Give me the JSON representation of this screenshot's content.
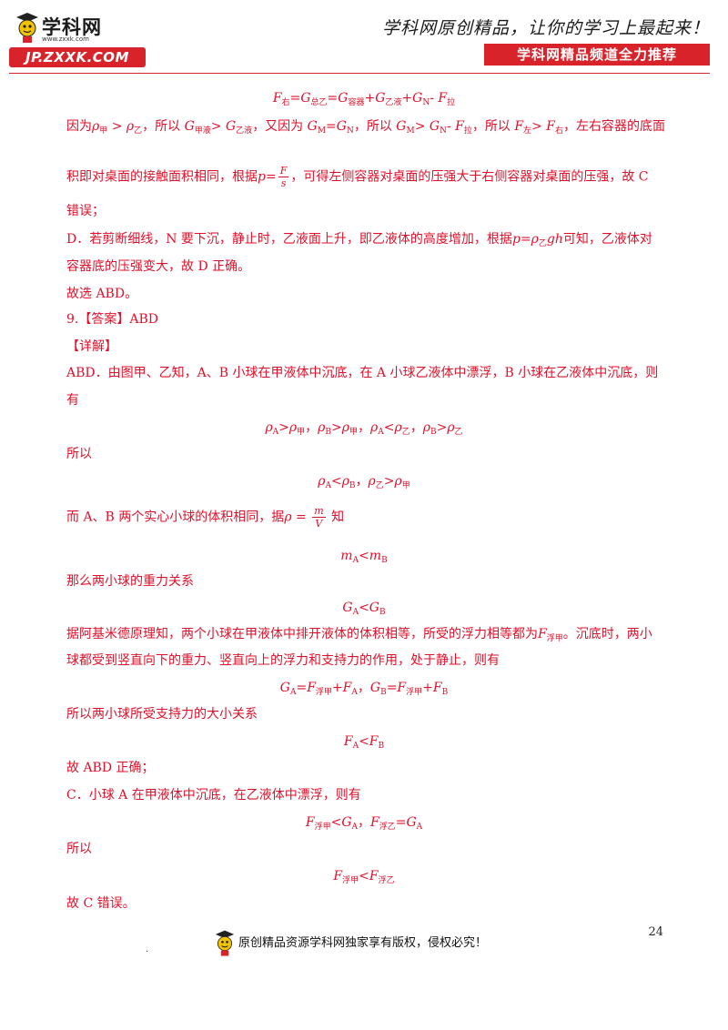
{
  "header": {
    "logo_cn": "学科网",
    "logo_url": "www.zxxk.com",
    "logo_site": "JP.ZXXK.COM",
    "slogan": "学科网原创精品，让你的学习上最起来！",
    "tagline": "学科网精品频道全力推荐"
  },
  "lines": {
    "l01": {
      "p1": "F",
      "s1": "右",
      "p2": "=G",
      "s2": "总乙",
      "p3": "=G",
      "s3": "容器",
      "p4": "+G",
      "s4": "乙液",
      "p5": "+G",
      "s5": "N",
      "p6": "- F",
      "s6": "拉"
    },
    "l02": {
      "a": "因为",
      "rho": "ρ",
      "s_jia": "甲",
      "gt": " > ",
      "s_yi": "乙",
      "b": "，所以 ",
      "g": "G",
      "s_jiaye": "甲液",
      "c": "> ",
      "s_yiye": "乙液",
      "d": "，又因为 ",
      "gm": "G",
      "s_m": "M",
      "e": "=",
      "s_n": "N",
      "f": "，所以 ",
      "h": "> ",
      "j": "- ",
      "fl": "F",
      "s_la": "拉",
      "k": "，所以 ",
      "s_zuo": "左",
      "l": "> ",
      "s_you": "右",
      "m": "，左右容器的底面"
    },
    "l03": {
      "a": "积即对桌面的接触面积相同，根据",
      "p": "p=",
      "fn": "F",
      "fd": "s",
      "b": "，可得左侧容器对桌面的压强大于右侧容器对桌面的压强，故 C"
    },
    "l04": "错误；",
    "l05": {
      "a": "D．若剪断细线，N 要下沉，静止时，乙液面上升，即乙液体的高度增加，根据",
      "p": "p=",
      "rho": "ρ",
      "s": "乙",
      "gh": "gh",
      "b": "可知，乙液体对"
    },
    "l06": "容器底的压强变大，故 D 正确。",
    "l07": "故选 ABD。",
    "l08": "9.【答案】ABD",
    "l09": "【详解】",
    "l10": "ABD．由图甲、乙知，A、B 小球在甲液体中沉底，在 A 小球乙液体中漂浮，B 小球在乙液体中沉底，则",
    "l11": "有",
    "l12": {
      "rho": "ρ",
      "a": "A",
      "gt": ">",
      "jia": "甲",
      "sep": "，",
      "b": "B",
      "lt": "<",
      "yi": "乙"
    },
    "l13": "所以",
    "l14": {
      "rho": "ρ",
      "a": "A",
      "lt": "<",
      "b": "B",
      "sep": "，",
      "yi": "乙",
      "gt": ">",
      "jia": "甲"
    },
    "l15": {
      "a": "而 A、B 两个实心小球的体积相同，据",
      "rho": "ρ",
      "eq": " = ",
      "fn": "m",
      "fd": "V",
      "b": " 知"
    },
    "l16": {
      "m": "m",
      "a": "A",
      "lt": "<",
      "b": "B"
    },
    "l17": "那么两小球的重力关系",
    "l18": {
      "g": "G",
      "a": "A",
      "lt": "<",
      "b": "B"
    },
    "l19": {
      "a": "据阿基米德原理知，两个小球在甲液体中排开液体的体积相等，所受的浮力相等都为",
      "f": "F",
      "s": "浮甲",
      "b": "。沉底时，两小"
    },
    "l20": "球都受到竖直向下的重力、竖直向上的浮力和支持力的作用，处于静止，则有",
    "l21": {
      "g": "G",
      "a": "A",
      "eq": "=",
      "f": "F",
      "s": "浮甲",
      "plus": "+",
      "sep": "，",
      "b": "B"
    },
    "l22": "所以两小球所受支持力的大小关系",
    "l23": {
      "f": "F",
      "a": "A",
      "lt": "<",
      "b": "B"
    },
    "l24": "故 ABD 正确；",
    "l25": "C．小球 A 在甲液体中沉底，在乙液体中漂浮，则有",
    "l26": {
      "f": "F",
      "s1": "浮甲",
      "lt": "<",
      "g": "G",
      "a": "A",
      "sep": "，",
      "s2": "浮乙",
      "eq": "="
    },
    "l27": "所以",
    "l28": {
      "f": "F",
      "s1": "浮甲",
      "lt": "<",
      "s2": "浮乙"
    },
    "l29": "故 C 错误。"
  },
  "footer": {
    "page_number": "24",
    "dot": ".",
    "copyright": "原创精品资源学科网独家享有版权，侵权必究！"
  },
  "colors": {
    "text": "#e0102a",
    "brand": "#d8232a"
  }
}
